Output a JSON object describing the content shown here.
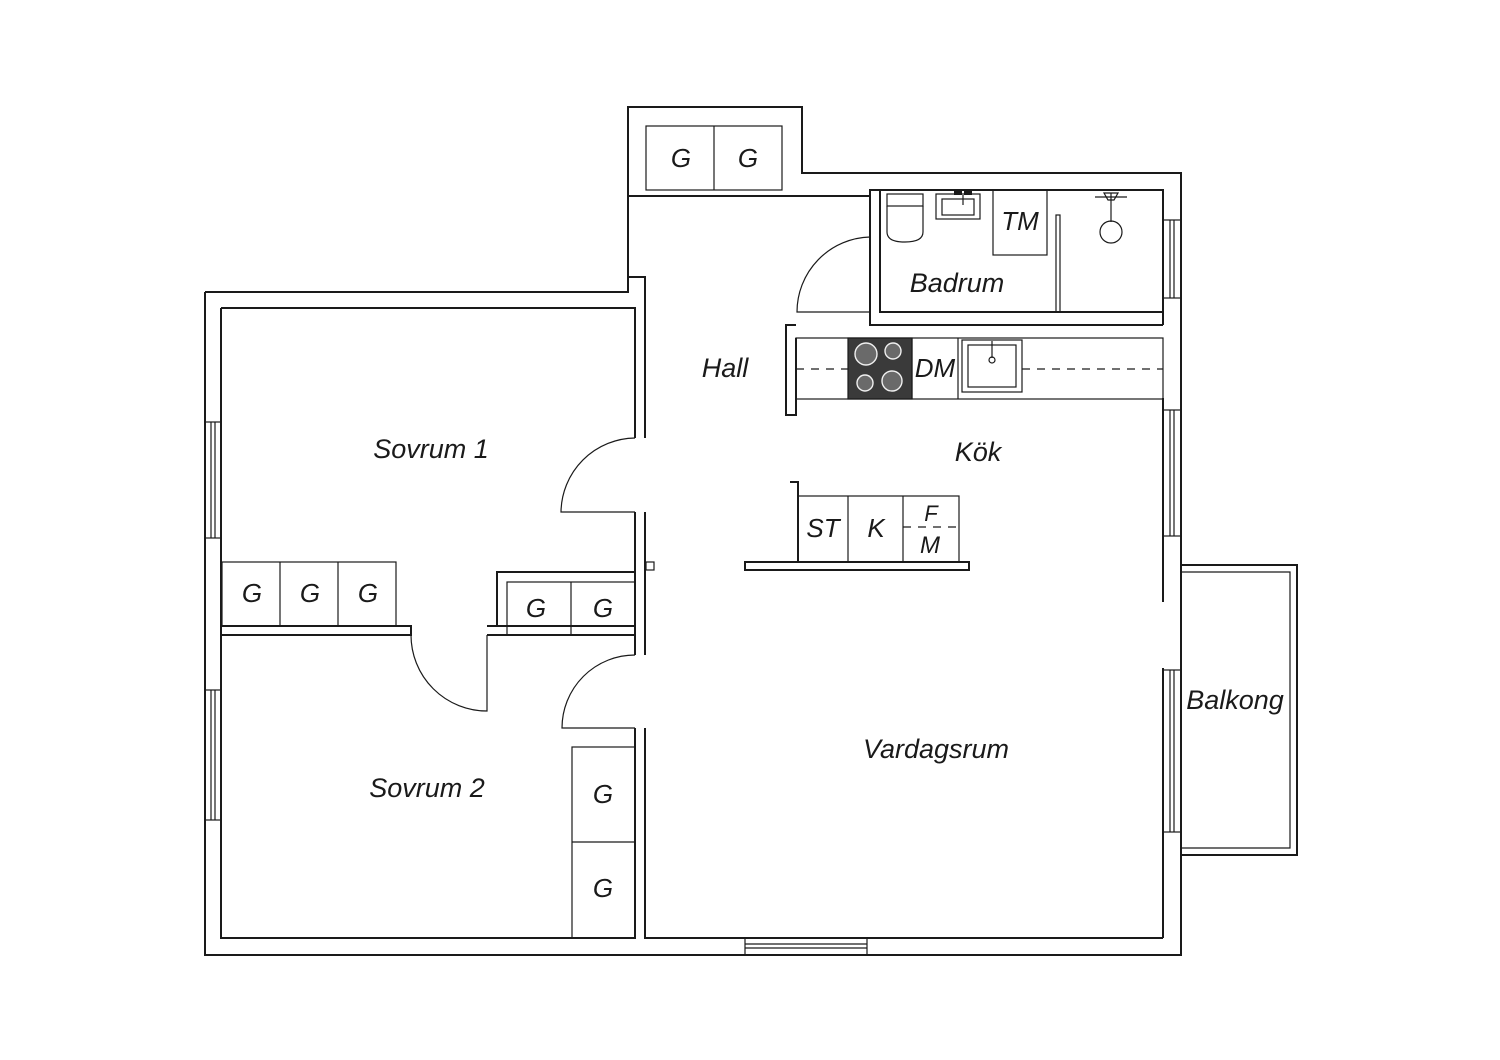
{
  "rooms": {
    "sovrum1": "Sovrum 1",
    "sovrum2": "Sovrum 2",
    "hall": "Hall",
    "badrum": "Badrum",
    "kok": "Kök",
    "vardagsrum": "Vardagsrum",
    "balkong": "Balkong"
  },
  "fixtures": {
    "garderob": "G",
    "tvattmaskin": "TM",
    "diskmaskin": "DM",
    "stad": "ST",
    "kyl": "K",
    "frys_top": "F",
    "frys_bottom": "M"
  },
  "colors": {
    "line": "#1a1a1a",
    "stove": "#3a3a3a",
    "background": "#ffffff"
  }
}
